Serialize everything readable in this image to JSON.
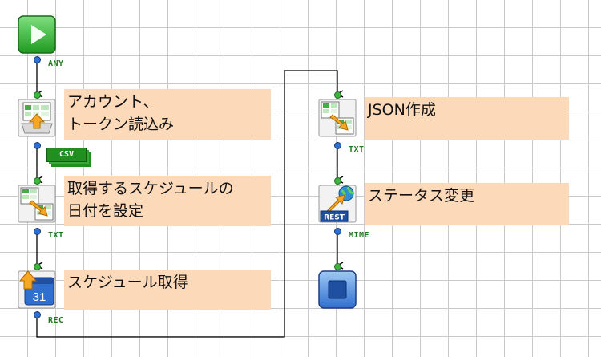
{
  "flow": {
    "nodes": [
      {
        "id": "start",
        "icon": "play-icon"
      },
      {
        "id": "read-token",
        "icon": "file-read-icon",
        "label": "アカウント、\nトークン読込み"
      },
      {
        "id": "set-date",
        "icon": "spreadsheet-transform-icon",
        "label": "取得するスケジュールの\n日付を設定"
      },
      {
        "id": "get-schedule",
        "icon": "calendar-icon",
        "label": "スケジュール取得",
        "calendar_day": "31"
      },
      {
        "id": "json-create",
        "icon": "spreadsheet-transform-icon",
        "label": "JSON作成"
      },
      {
        "id": "status-change",
        "icon": "rest-globe-icon",
        "label": "ステータス変更",
        "badge": "REST"
      },
      {
        "id": "end",
        "icon": "stop-icon"
      }
    ],
    "ports": {
      "start_out": "ANY",
      "read_out": "CSV",
      "setdate_out": "TXT",
      "schedule_out": "REC",
      "json_out": "TXT",
      "status_out": "MIME"
    }
  },
  "colors": {
    "label_bg": "#fbd9b9",
    "port_text": "#1f7a1f",
    "wire": "#000000",
    "grid": "#c9c9c9"
  }
}
